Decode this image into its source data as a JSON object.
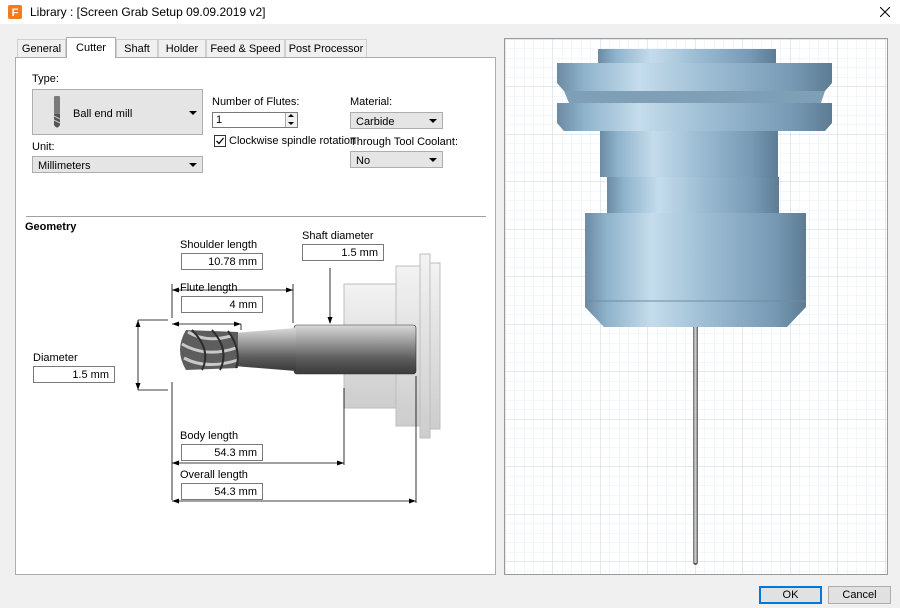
{
  "window": {
    "title": "Library : [Screen Grab Setup 09.09.2019 v2]",
    "app_icon_letter": "F"
  },
  "tabs": [
    {
      "label": "General"
    },
    {
      "label": "Cutter"
    },
    {
      "label": "Shaft"
    },
    {
      "label": "Holder"
    },
    {
      "label": "Feed & Speed"
    },
    {
      "label": "Post Processor"
    }
  ],
  "active_tab": "Cutter",
  "cutter": {
    "type_label": "Type:",
    "type_value": "Ball end mill",
    "unit_label": "Unit:",
    "unit_value": "Millimeters",
    "flutes_label": "Number of Flutes:",
    "flutes_value": "1",
    "clockwise_label": "Clockwise spindle rotation",
    "clockwise_checked": true,
    "material_label": "Material:",
    "material_value": "Carbide",
    "coolant_label": "Through Tool Coolant:",
    "coolant_value": "No"
  },
  "geometry": {
    "title": "Geometry",
    "shoulder_length_label": "Shoulder length",
    "shoulder_length_value": "10.78 mm",
    "shaft_diameter_label": "Shaft diameter",
    "shaft_diameter_value": "1.5 mm",
    "flute_length_label": "Flute length",
    "flute_length_value": "4 mm",
    "diameter_label": "Diameter",
    "diameter_value": "1.5 mm",
    "body_length_label": "Body length",
    "body_length_value": "54.3 mm",
    "overall_length_label": "Overall length",
    "overall_length_value": "54.3 mm"
  },
  "buttons": {
    "ok": "OK",
    "cancel": "Cancel"
  },
  "colors": {
    "app_icon": "#f47b20",
    "holder_blue": "#8fb3cc",
    "grid_major": "#c4d3e0",
    "grid_minor": "#e4ebf2",
    "ok_border": "#0078d7"
  }
}
